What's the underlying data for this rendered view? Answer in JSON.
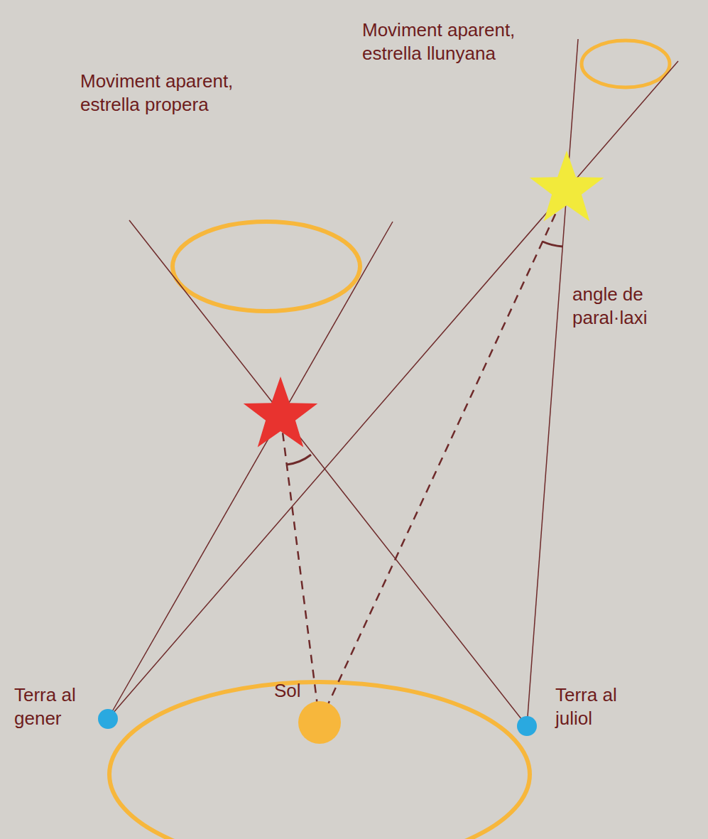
{
  "diagram": {
    "labels": [
      "Moviment aparent, estrella llunyana",
      "Moviment aparent, estrella propera",
      "angle de paral·laxi",
      "Terra al gener",
      "Sol",
      "Terra al juliol"
    ]
  }
}
